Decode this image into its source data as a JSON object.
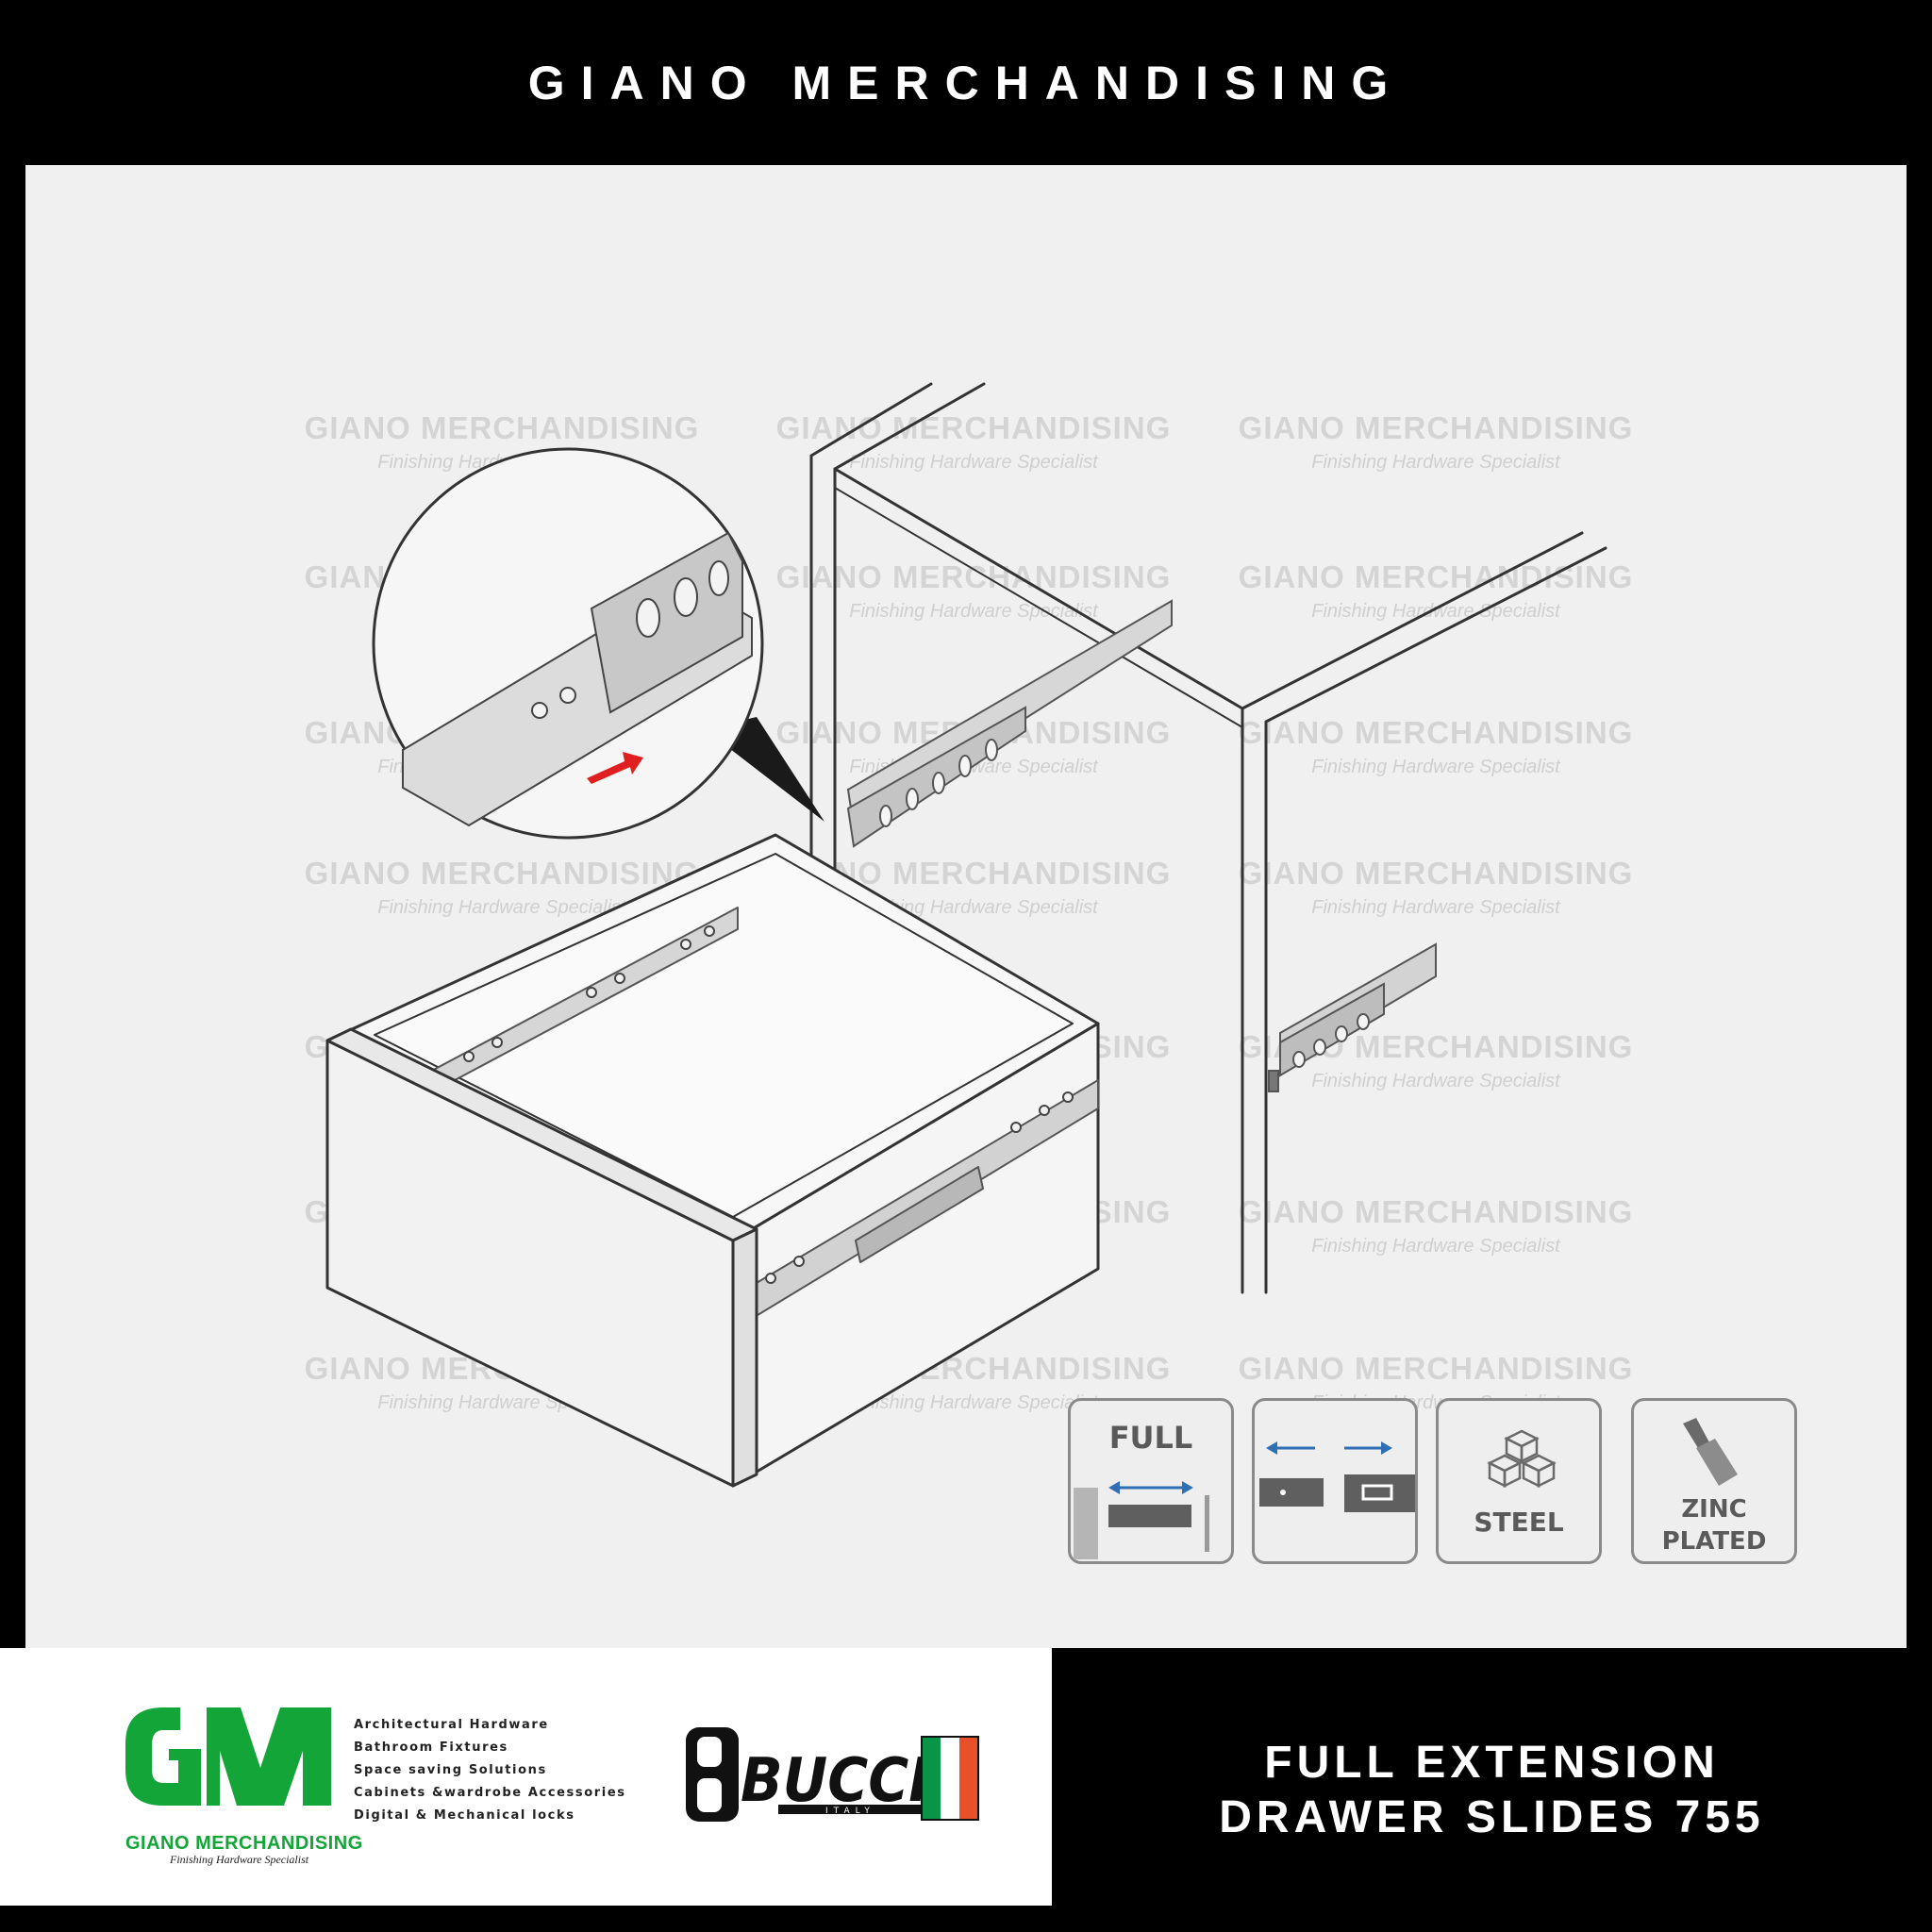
{
  "header": {
    "title": "GIANO MERCHANDISING"
  },
  "watermark": {
    "brand": "GIANO MERCHANDISING",
    "tagline": "Finishing Hardware Specialist"
  },
  "feature_badges": [
    {
      "name": "full-extension",
      "label": "FULL"
    },
    {
      "name": "disconnect-rail",
      "label": ""
    },
    {
      "name": "steel",
      "label": "STEEL"
    },
    {
      "name": "zinc-plated",
      "label_line1": "ZINC",
      "label_line2": "PLATED"
    }
  ],
  "company": {
    "logo_letters": "GM",
    "name": "GIANO MERCHANDISING",
    "tagline": "Finishing Hardware Specialist",
    "services": [
      "Architectural Hardware",
      "Bathroom Fixtures",
      "Space saving Solutions",
      "Cabinets &wardrobe Accessories",
      "Digital & Mechanical locks"
    ]
  },
  "partner": {
    "brand": "BUCCI",
    "country": "ITALY"
  },
  "product": {
    "line1": "FULL EXTENSION",
    "line2": "DRAWER SLIDES 755"
  },
  "colors": {
    "logo_green": "#13a538",
    "arrow_red": "#e02020",
    "badge_blue": "#2f6fb5"
  }
}
